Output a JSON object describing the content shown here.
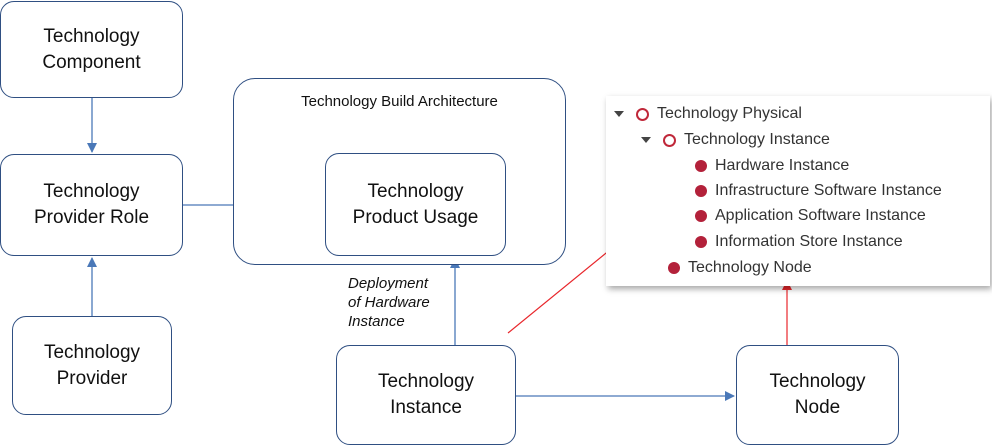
{
  "boxes": {
    "technology_component": {
      "line1": "Technology",
      "line2": "Component"
    },
    "technology_provider_role": {
      "line1": "Technology",
      "line2": "Provider Role"
    },
    "technology_provider": {
      "line1": "Technology",
      "line2": "Provider"
    },
    "technology_product_usage": {
      "line1": "Technology",
      "line2": "Product Usage"
    },
    "technology_instance": {
      "line1": "Technology",
      "line2": "Instance"
    },
    "technology_node": {
      "line1": "Technology",
      "line2": "Node"
    }
  },
  "container": {
    "title": "Technology Build Architecture"
  },
  "edge_label": {
    "line1": "Deployment",
    "line2": "of Hardware",
    "line3": "Instance"
  },
  "tree": {
    "items": [
      {
        "label": "Technology Physical",
        "marker": "ring"
      },
      {
        "label": "Technology Instance",
        "marker": "ring"
      },
      {
        "label": "Hardware Instance",
        "marker": "dot"
      },
      {
        "label": "Infrastructure Software Instance",
        "marker": "dot"
      },
      {
        "label": "Application Software Instance",
        "marker": "dot"
      },
      {
        "label": "Information Store Instance",
        "marker": "dot"
      },
      {
        "label": "Technology Node",
        "marker": "dot"
      }
    ]
  },
  "colors": {
    "box_border": "#2f4f82",
    "arrow_blue": "#4a78b8",
    "arrow_red": "#e8262b",
    "marker_red": "#b3213a"
  }
}
